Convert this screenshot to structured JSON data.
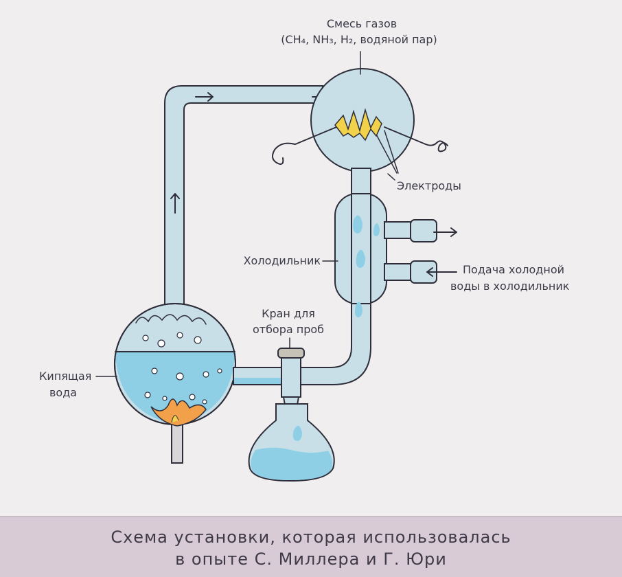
{
  "labels": {
    "gas_mix_line1": "Смесь газов",
    "gas_mix_line2": "(CH₄, NH₃, H₂, водяной пар)",
    "electrodes": "Электроды",
    "condenser": "Холодильник",
    "water_supply_line1": "Подача холодной",
    "water_supply_line2": "воды в холодильник",
    "tap_line1": "Кран для",
    "tap_line2": "отбора проб",
    "boiling_line1": "Кипящая",
    "boiling_line2": "вода"
  },
  "caption": {
    "line1": "Схема установки, которая использовалась",
    "line2": "в опыте С. Миллера и Г. Юри"
  },
  "colors": {
    "background": "#f1eeef",
    "caption_band": "#d9cbd6",
    "glass": "#c9dfe8",
    "water": "#8fcfe6",
    "spark": "#f2d24a",
    "flame": "#f2a14a"
  },
  "icons": [
    "spark-icon",
    "flame-icon",
    "arrow-right-icon",
    "arrow-left-icon",
    "arrow-up-icon"
  ]
}
